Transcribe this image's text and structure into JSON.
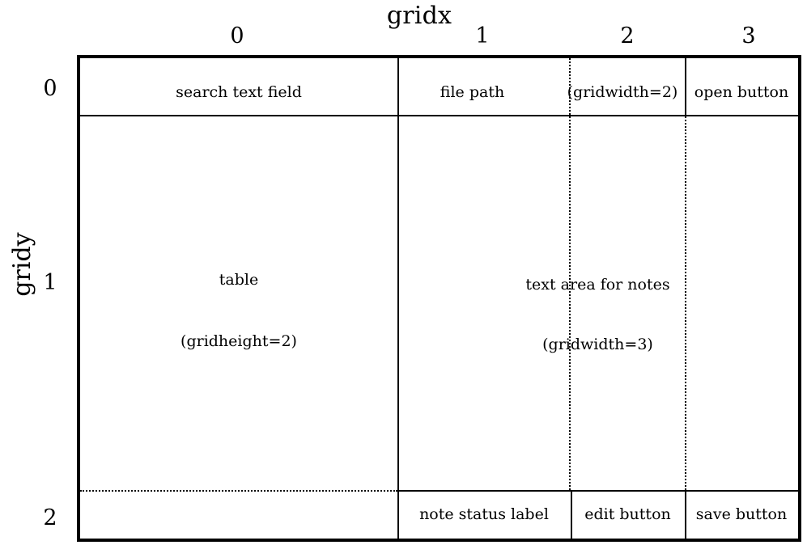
{
  "diagram": {
    "axis_x_title": "gridx",
    "axis_y_title": "gridy",
    "x_ticks": [
      "0",
      "1",
      "2",
      "3"
    ],
    "y_ticks": [
      "0",
      "1",
      "2"
    ],
    "colors": {
      "frame": "#000000",
      "rule": "#000000",
      "background": "#ffffff"
    },
    "cells": {
      "search_text_field": "search text field",
      "file_path": "file path",
      "file_path_span": "(gridwidth=2)",
      "open_button": "open button",
      "table": "table",
      "table_span": "(gridheight=2)",
      "text_area": "text area for notes",
      "text_area_span": "(gridwidth=3)",
      "note_status_label": "note status label",
      "edit_button": "edit button",
      "save_button": "save button"
    }
  }
}
